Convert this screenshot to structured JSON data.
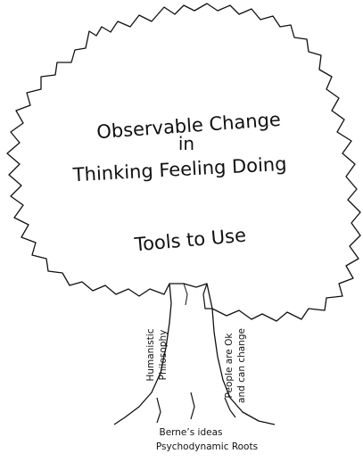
{
  "tree": {
    "canopy": {
      "line1": "Observable Change",
      "line2": "in",
      "line3": "Thinking Feeling Doing",
      "line4": "Tools to Use"
    },
    "trunk": {
      "left_line1": "Humanistic",
      "left_line2": "Philosophy",
      "right_line1": "People are Ok",
      "right_line2": "and can change"
    },
    "roots": {
      "line1": "Berne’s ideas",
      "line2": "Psychodynamic Roots"
    }
  },
  "colors": {
    "outline": "#111111",
    "background": "#ffffff"
  }
}
